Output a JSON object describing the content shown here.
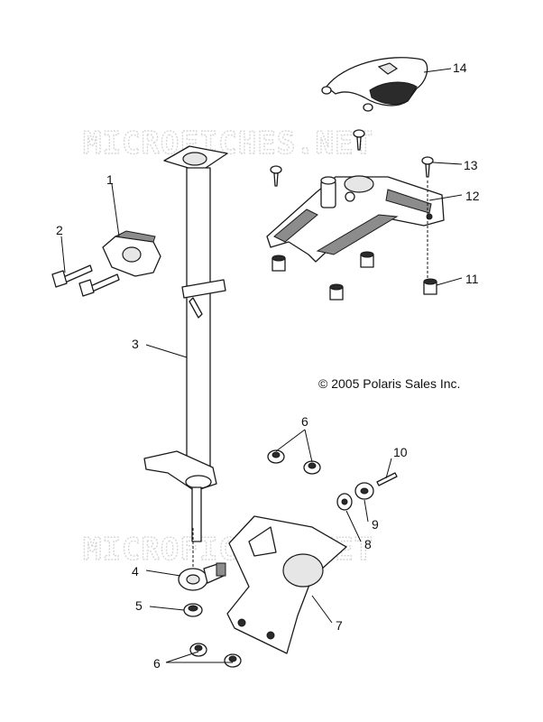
{
  "watermark_text": "MICROFICHES.NET",
  "copyright": "© 2005 Polaris Sales Inc.",
  "callouts": {
    "c1": "1",
    "c2": "2",
    "c3": "3",
    "c4": "4",
    "c5": "5",
    "c6a": "6",
    "c6b": "6",
    "c7": "7",
    "c8": "8",
    "c9": "9",
    "c10": "10",
    "c11": "11",
    "c12": "12",
    "c13": "13",
    "c14": "14"
  }
}
